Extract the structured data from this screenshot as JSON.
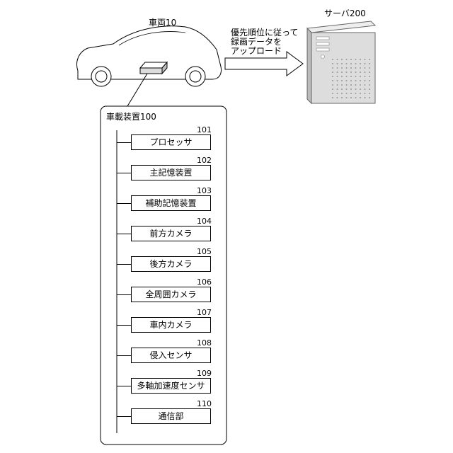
{
  "vehicle": {
    "label": "車両10"
  },
  "server": {
    "label": "サーバ200"
  },
  "upload": {
    "lines": [
      "優先順位に従って",
      "録画データを",
      "アップロード"
    ]
  },
  "device": {
    "title": "車載装置100",
    "components": [
      {
        "ref": "101",
        "label": "プロセッサ"
      },
      {
        "ref": "102",
        "label": "主記憶装置"
      },
      {
        "ref": "103",
        "label": "補助記憶装置"
      },
      {
        "ref": "104",
        "label": "前方カメラ"
      },
      {
        "ref": "105",
        "label": "後方カメラ"
      },
      {
        "ref": "106",
        "label": "全周囲カメラ"
      },
      {
        "ref": "107",
        "label": "車内カメラ"
      },
      {
        "ref": "108",
        "label": "侵入センサ"
      },
      {
        "ref": "109",
        "label": "多軸加速度センサ"
      },
      {
        "ref": "110",
        "label": "通信部"
      }
    ]
  }
}
